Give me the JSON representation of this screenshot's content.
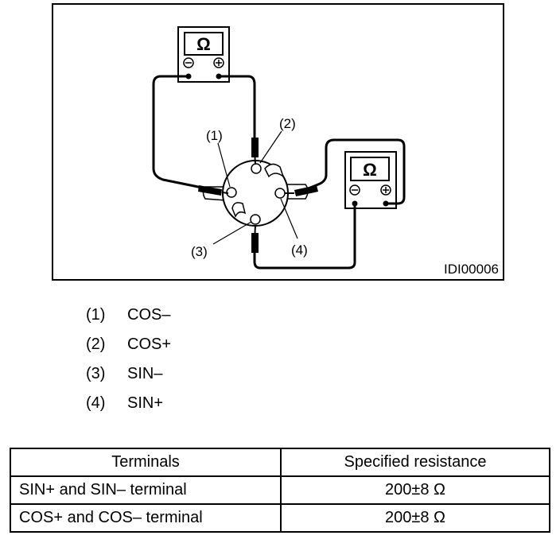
{
  "figure": {
    "figure_id": "IDI00006",
    "meter_symbol": "Ω",
    "meter_neg": "−",
    "meter_pos": "+",
    "callouts": {
      "c1": "(1)",
      "c2": "(2)",
      "c3": "(3)",
      "c4": "(4)"
    }
  },
  "legend": [
    {
      "num": "(1)",
      "label": "COS–"
    },
    {
      "num": "(2)",
      "label": "COS+"
    },
    {
      "num": "(3)",
      "label": "SIN–"
    },
    {
      "num": "(4)",
      "label": "SIN+"
    }
  ],
  "table": {
    "headers": [
      "Terminals",
      "Specified resistance"
    ],
    "rows": [
      [
        "SIN+ and SIN– terminal",
        "200±8 Ω"
      ],
      [
        "COS+ and COS– terminal",
        "200±8 Ω"
      ]
    ]
  }
}
